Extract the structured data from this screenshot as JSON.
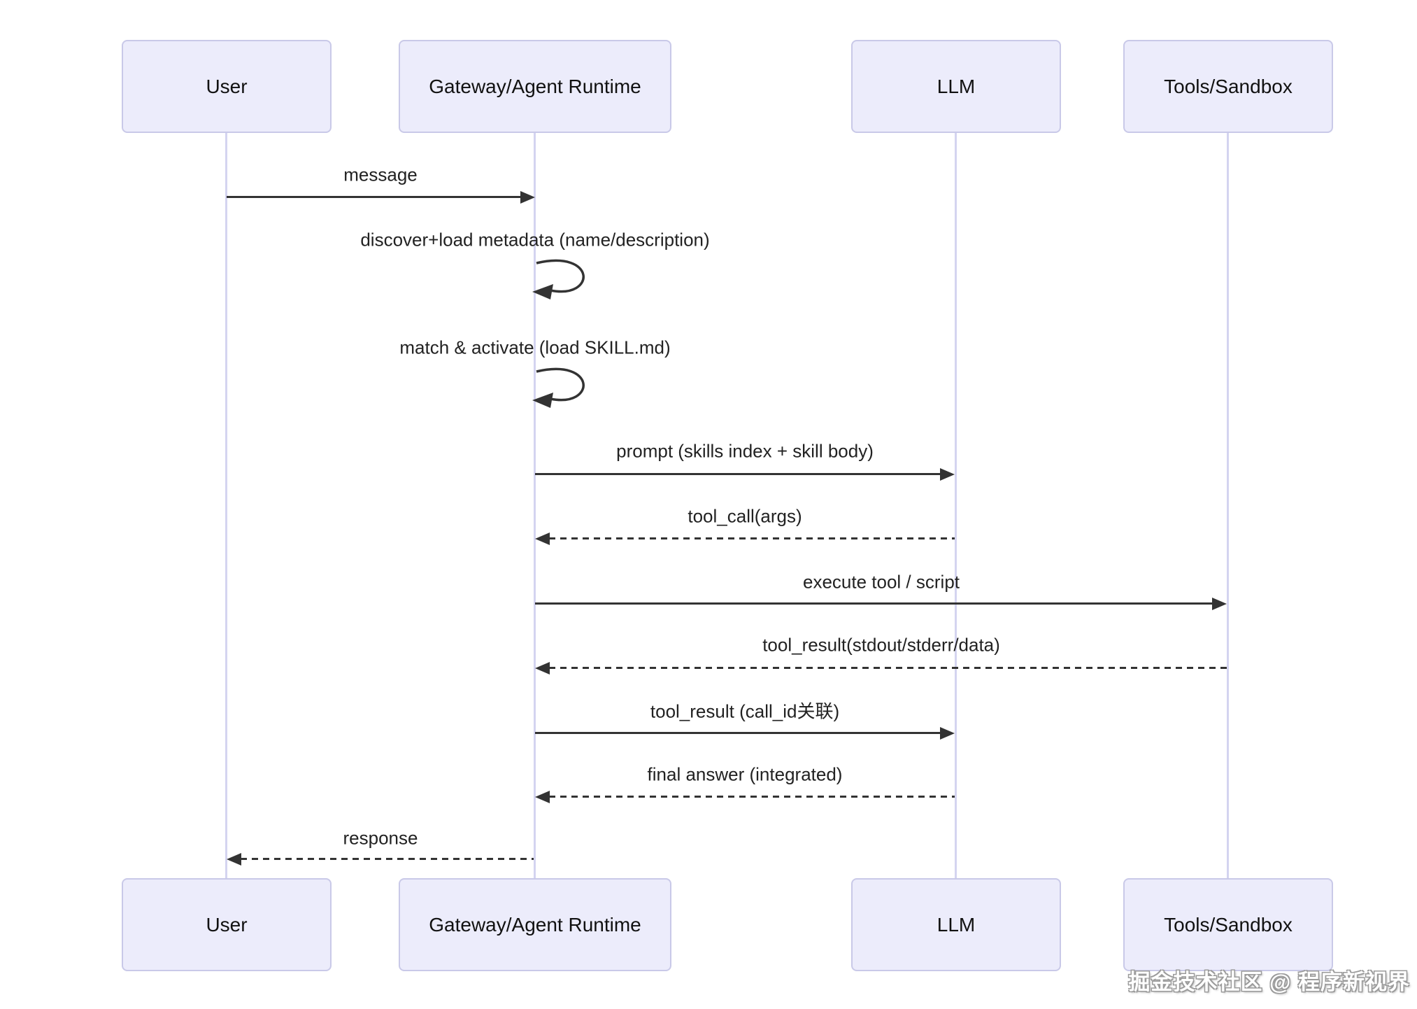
{
  "diagram_type": "sequence-diagram",
  "actors": [
    {
      "id": "user",
      "label": "User"
    },
    {
      "id": "gateway",
      "label": "Gateway/Agent Runtime"
    },
    {
      "id": "llm",
      "label": "LLM"
    },
    {
      "id": "tools",
      "label": "Tools/Sandbox"
    }
  ],
  "messages": [
    {
      "label": "message",
      "from": "user",
      "to": "gateway",
      "line": "solid",
      "self": false
    },
    {
      "label": "discover+load metadata (name/description)",
      "from": "gateway",
      "to": "gateway",
      "line": "solid",
      "self": true
    },
    {
      "label": "match & activate (load SKILL.md)",
      "from": "gateway",
      "to": "gateway",
      "line": "solid",
      "self": true
    },
    {
      "label": "prompt (skills index + skill body)",
      "from": "gateway",
      "to": "llm",
      "line": "solid",
      "self": false
    },
    {
      "label": "tool_call(args)",
      "from": "llm",
      "to": "gateway",
      "line": "dashed",
      "self": false
    },
    {
      "label": "execute tool / script",
      "from": "gateway",
      "to": "tools",
      "line": "solid",
      "self": false
    },
    {
      "label": "tool_result(stdout/stderr/data)",
      "from": "tools",
      "to": "gateway",
      "line": "dashed",
      "self": false
    },
    {
      "label": "tool_result (call_id关联)",
      "from": "gateway",
      "to": "llm",
      "line": "solid",
      "self": false
    },
    {
      "label": "final answer (integrated)",
      "from": "llm",
      "to": "gateway",
      "line": "dashed",
      "self": false
    },
    {
      "label": "response",
      "from": "gateway",
      "to": "user",
      "line": "dashed",
      "self": false
    }
  ],
  "watermark": "掘金技术社区 @ 程序新视界",
  "colors": {
    "actor_fill": "#ECECFB",
    "actor_border": "#C9C9E8",
    "lifeline": "#D4D4F0",
    "arrow": "#333333",
    "text": "#222222",
    "background": "#FFFFFF"
  }
}
